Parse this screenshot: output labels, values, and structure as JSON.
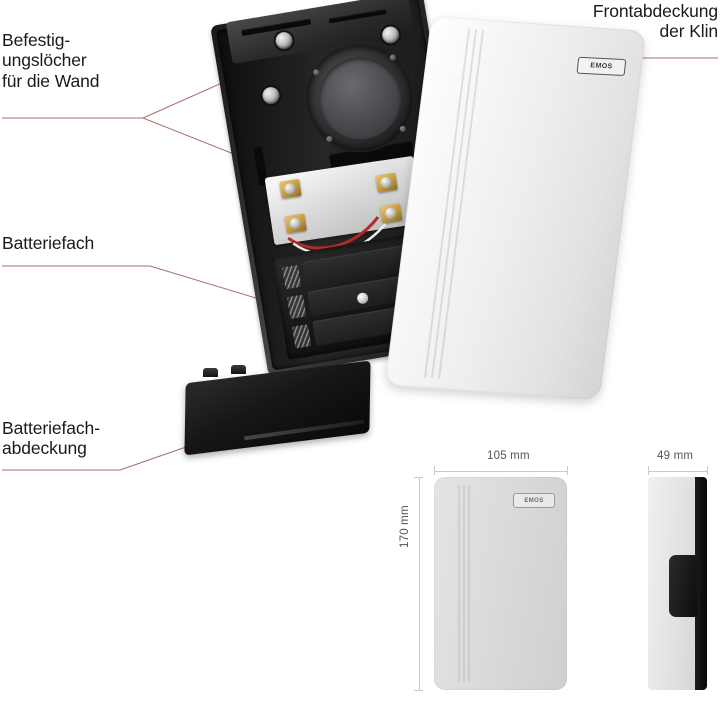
{
  "page": {
    "background_color": "#ffffff",
    "leader_color": "#a8706e",
    "dimension_color": "#c9c9c9",
    "label_color": "#1a1a1a"
  },
  "labels": {
    "mounting_holes": "Befestig-\nungslöcher\nfür die Wand",
    "battery_compartment": "Batteriefach",
    "battery_cover": "Batteriefach-\nabdeckung",
    "front_cover": "Frontabdeckung\nder Klin"
  },
  "brand": {
    "badge_text": "EMOS"
  },
  "dimensions": {
    "width": "105 mm",
    "height": "170 mm",
    "depth": "49 mm"
  },
  "parts": {
    "chassis": "black-chassis",
    "chime": "round-chime-speaker",
    "terminal_plate": "terminal-plate",
    "battery_bay": "battery-compartment",
    "front_cover": "white-front-cover",
    "battery_cover": "black-battery-cover",
    "product_front_view": "product-front-view",
    "product_side_view": "product-side-view"
  }
}
